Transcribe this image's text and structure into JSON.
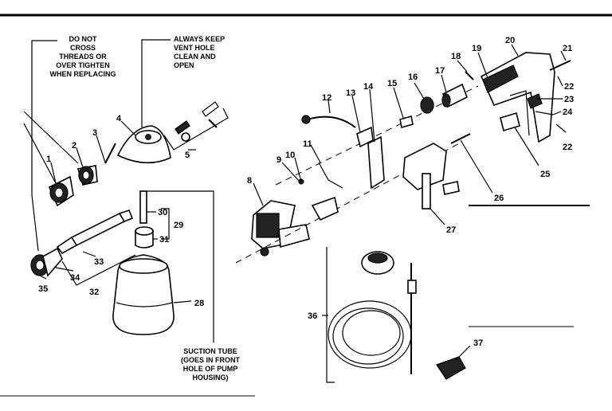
{
  "notes": {
    "threads": [
      "DO NOT",
      "CROSS",
      "THREADS OR",
      "OVER TIGHTEN",
      "WHEN REPLACING"
    ],
    "vent": [
      "ALWAYS KEEP",
      "VENT HOLE",
      "CLEAN AND",
      "OPEN"
    ],
    "suction": [
      "SUCTION TUBE",
      "(GOES IN FRONT",
      "HOLE OF PUMP",
      "HOUSING)"
    ]
  },
  "parts": [
    "1",
    "2",
    "3",
    "4",
    "5",
    "8",
    "9",
    "10",
    "11",
    "12",
    "13",
    "14",
    "15",
    "16",
    "17",
    "18",
    "19",
    "20",
    "21",
    "22",
    "22",
    "23",
    "24",
    "25",
    "26",
    "27",
    "28",
    "29",
    "30",
    "31",
    "32",
    "33",
    "34",
    "35",
    "36",
    "37"
  ]
}
